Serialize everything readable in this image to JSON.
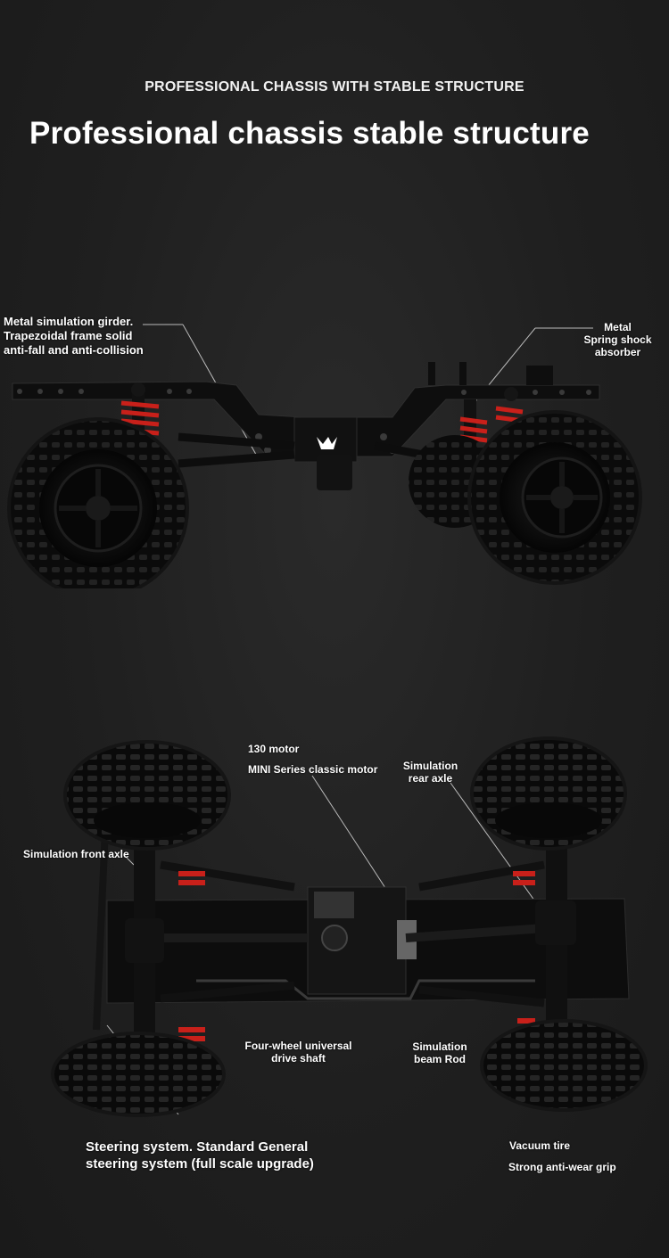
{
  "header": {
    "subtitle": "PROFESSIONAL CHASSIS WITH STABLE STRUCTURE",
    "title": "Professional chassis stable structure"
  },
  "side_view": {
    "girder_label": [
      "Metal simulation girder.",
      "Trapezoidal frame solid",
      "anti-fall and anti-collision"
    ],
    "shock_label": [
      "Metal",
      "Spring shock",
      "absorber"
    ]
  },
  "bottom_view": {
    "motor_title": "130 motor",
    "motor_desc": "MINI Series classic motor",
    "rear_axle": [
      "Simulation",
      "rear axle"
    ],
    "front_axle": "Simulation front axle",
    "drive_shaft": [
      "Four-wheel universal",
      "drive shaft"
    ],
    "beam_rod": [
      "Simulation",
      "beam Rod"
    ],
    "steering": [
      "Steering system. Standard General",
      "steering system (full scale upgrade)"
    ],
    "tire_title": "Vacuum tire",
    "tire_desc": "Strong anti-wear grip"
  },
  "colors": {
    "background": "#1e1e1e",
    "frame": "#0e0e0e",
    "spring": "#c8201a",
    "text": "#ffffff"
  }
}
